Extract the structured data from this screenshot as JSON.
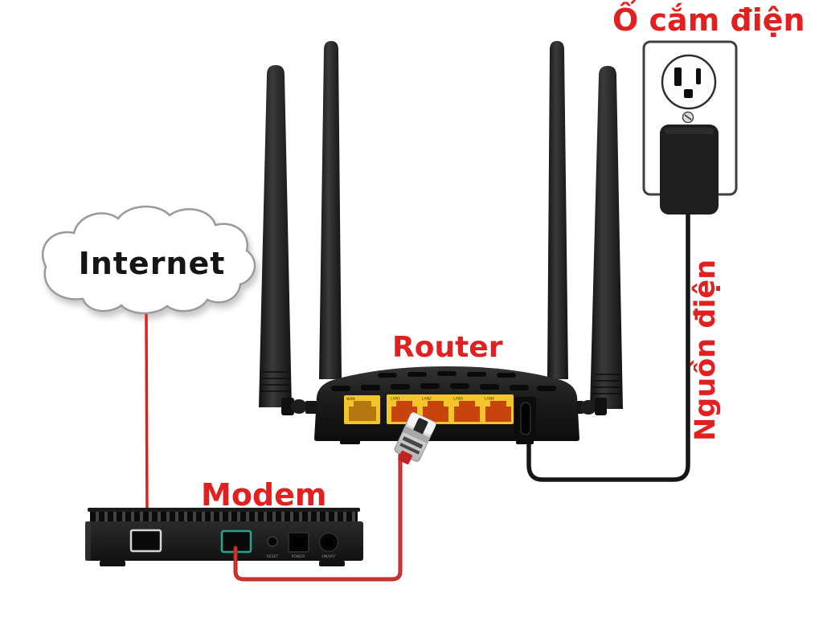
{
  "labels": {
    "internet": "Internet",
    "modem": "Modem",
    "router": "Router",
    "outlet": "Ổ cắm điện",
    "power_cord": "Nguồn điện"
  },
  "router": {
    "wan_label": "WAN",
    "lan_labels": [
      "LAN1",
      "LAN2",
      "LAN3",
      "LAN4"
    ]
  },
  "modem": {
    "port_labels": [
      "RESET",
      "POWER",
      "ON/OFF"
    ]
  },
  "colors": {
    "label_red": "#e32020",
    "cable_red": "#bf2424",
    "cable_black": "#161616",
    "port_yellow": "#f2c52b",
    "lan_orange": "#c8440e",
    "wan_amber": "#b5770f",
    "teal": "#2fa08c",
    "device_black": "#1e1e1e"
  }
}
